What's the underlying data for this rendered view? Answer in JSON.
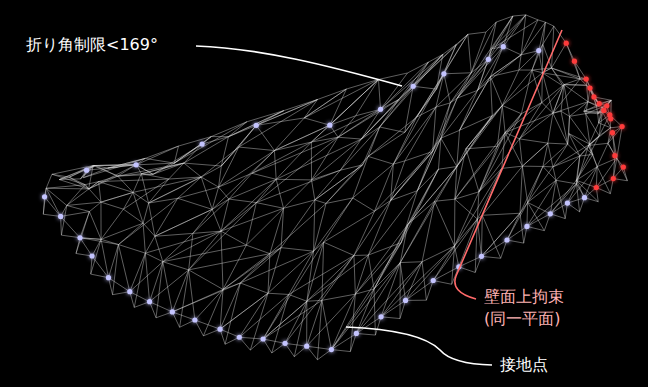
{
  "diagram": {
    "labels": [
      "折り角制限<169°",
      "壁面上拘束 (同一平面)",
      "接地点"
    ]
  }
}
